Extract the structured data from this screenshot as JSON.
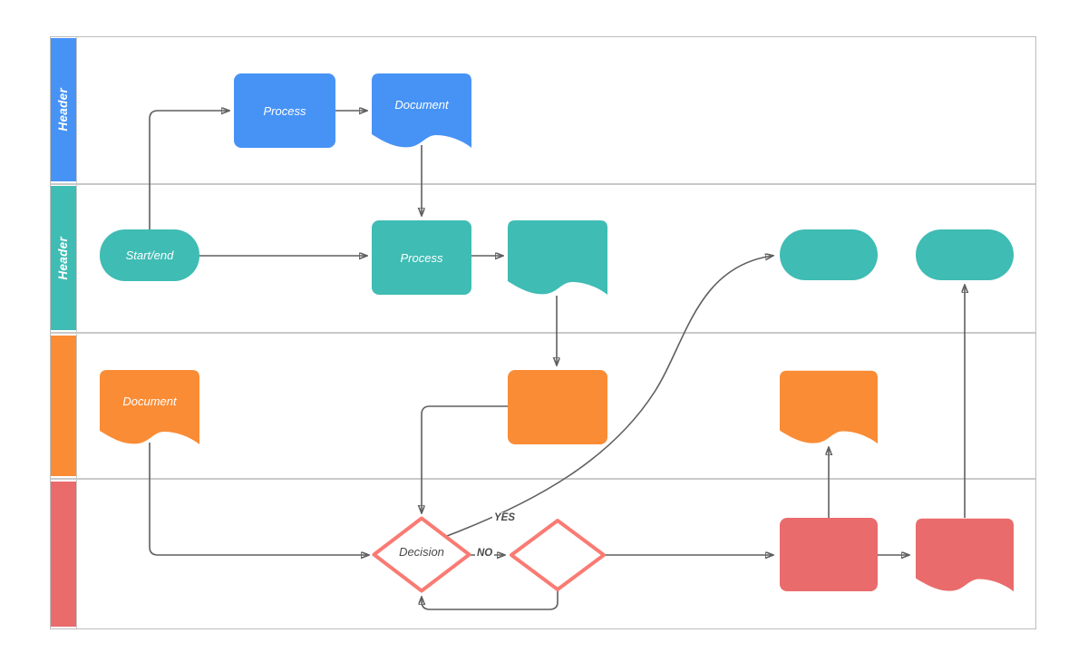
{
  "diagram": {
    "type": "flowchart-swimlane",
    "lanes": [
      {
        "label": "Header",
        "color": "#4793F5"
      },
      {
        "label": "Header",
        "color": "#3FBCB4"
      },
      {
        "label": "",
        "color": "#FA8C35"
      },
      {
        "label": "",
        "color": "#EA6B6B"
      }
    ],
    "nodes": {
      "blue_process": {
        "label": "Process",
        "type": "process",
        "color": "#4793F5"
      },
      "blue_document": {
        "label": "Document",
        "type": "document",
        "color": "#4793F5"
      },
      "start_end": {
        "label": "Start/end",
        "type": "terminator",
        "color": "#3FBCB4"
      },
      "teal_process": {
        "label": "Process",
        "type": "process",
        "color": "#3FBCB4"
      },
      "teal_document": {
        "label": "",
        "type": "document",
        "color": "#3FBCB4"
      },
      "teal_terminator_1": {
        "label": "",
        "type": "terminator",
        "color": "#3FBCB4"
      },
      "teal_terminator_2": {
        "label": "",
        "type": "terminator",
        "color": "#3FBCB4"
      },
      "orange_document_left": {
        "label": "Document",
        "type": "document",
        "color": "#FA8C35"
      },
      "orange_process": {
        "label": "",
        "type": "process",
        "color": "#FA8C35"
      },
      "orange_document_right": {
        "label": "",
        "type": "document",
        "color": "#FA8C35"
      },
      "decision": {
        "label": "Decision",
        "type": "decision",
        "border_color": "#F97B73"
      },
      "decision_2": {
        "label": "",
        "type": "decision",
        "border_color": "#F97B73"
      },
      "red_process": {
        "label": "",
        "type": "process",
        "color": "#EA6B6B"
      },
      "red_document": {
        "label": "",
        "type": "document",
        "color": "#EA6B6B"
      }
    },
    "edge_labels": {
      "yes": "YES",
      "no": "NO"
    },
    "colors": {
      "connector": "#5F5F5F",
      "arrowhead": "#4D4D4D",
      "lane_border": "#C9C9C9",
      "outer_border": "#BDBDBD",
      "label_text": "#4A4A4A",
      "shape_text": "#FFFFFF"
    }
  }
}
